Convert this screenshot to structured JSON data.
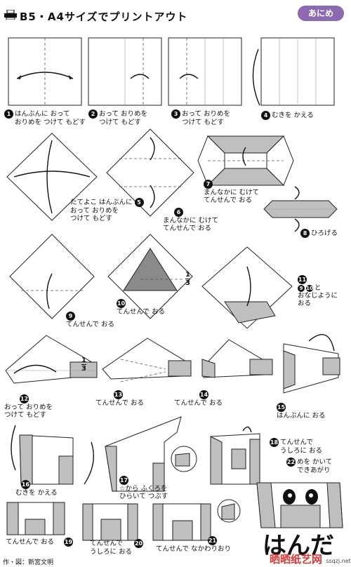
{
  "header": {
    "title": "B5・A4サイズでプリントアウト",
    "badge": "あにめ"
  },
  "steps": [
    {
      "n": "1",
      "text": [
        "はんぶんに おって",
        "おりめを つけて もどす"
      ]
    },
    {
      "n": "2",
      "text": [
        "おって おりめを",
        "つけて もどす"
      ]
    },
    {
      "n": "3",
      "text": [
        "おって おりめを",
        "つけて もどす"
      ]
    },
    {
      "n": "4",
      "text": [
        "むきを かえる"
      ]
    },
    {
      "n": "5",
      "text": [
        "たてよこ はんぶんに",
        "おって おりめを",
        "つけて もどす"
      ]
    },
    {
      "n": "6",
      "text": [
        "まんなかに むけて",
        "てんせんで おる"
      ]
    },
    {
      "n": "7",
      "text": [
        "まんなかに むけて",
        "てんせんで おる"
      ]
    },
    {
      "n": "8",
      "text": [
        "ひろげる"
      ]
    },
    {
      "n": "9",
      "text": [
        "てんせんで おる"
      ]
    },
    {
      "n": "10",
      "text": [
        "てんせんで おる"
      ]
    },
    {
      "n": "11",
      "text": [
        "と",
        "おなじように",
        "おる"
      ]
    },
    {
      "n": "12",
      "text": [
        "おって おりめを",
        "つけて もどす"
      ]
    },
    {
      "n": "13",
      "text": [
        "てんせんで おる"
      ]
    },
    {
      "n": "14",
      "text": [
        "てんせんで おる"
      ]
    },
    {
      "n": "15",
      "text": [
        "はんぶんに おる"
      ]
    },
    {
      "n": "16",
      "text": [
        "むきを かえる"
      ]
    },
    {
      "n": "17",
      "text": [
        "☆から ふくろを",
        "ひらいて つぶす"
      ]
    },
    {
      "n": "18",
      "text": [
        "てんせんで",
        "うしろに おる"
      ]
    },
    {
      "n": "19",
      "text": [
        "てんせんで おる"
      ]
    },
    {
      "n": "20",
      "text": [
        "てんせんで",
        "うしろに おる"
      ]
    },
    {
      "n": "21",
      "text": [
        "てんせんで なかわりおり"
      ]
    },
    {
      "n": "22",
      "text": [
        "めを かいて",
        "できあがり"
      ]
    }
  ],
  "step11_refs": [
    "9",
    "10"
  ],
  "fraction_marks": [
    {
      "num": "1",
      "den": "3"
    },
    {
      "num": "1",
      "den": "3"
    }
  ],
  "finished_name": "はんだ",
  "credit": "作・図：新宮文明",
  "watermark": {
    "main": "晒晒纸艺网",
    "sub": "ssqzj.net"
  }
}
